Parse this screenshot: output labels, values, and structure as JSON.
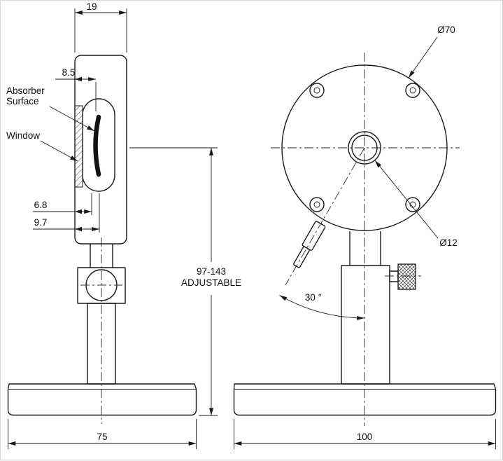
{
  "drawing": {
    "background": "#ffffff",
    "line_color": "#1a1a1a",
    "side_view": {
      "head_width": "19",
      "absorber_offset": "8.5",
      "absorber_label_1": "Absorber",
      "absorber_label_2": "Surface",
      "window_label": "Window",
      "window_offset": "6.8",
      "surface_offset": "9.7",
      "base_width": "75",
      "height_range": "97-143",
      "height_note": "ADJUSTABLE"
    },
    "front_view": {
      "head_diameter": "Ø70",
      "aperture_diameter": "Ø12",
      "connector_angle": "30 °",
      "base_width": "100"
    }
  }
}
